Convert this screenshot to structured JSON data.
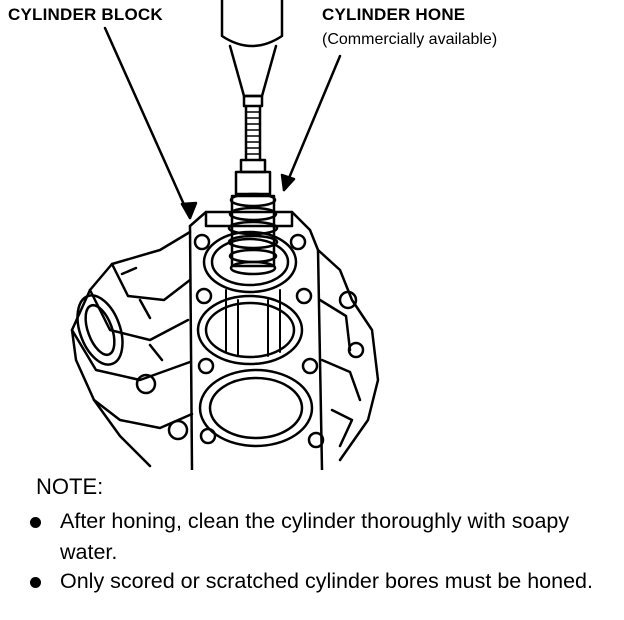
{
  "labels": {
    "cylinder_block": "CYLINDER BLOCK",
    "cylinder_hone": "CYLINDER HONE",
    "hone_note": "(Commercially available)"
  },
  "note": {
    "title": "NOTE:",
    "items": [
      "After honing, clean the cylinder thoroughly with soapy water.",
      "Only scored or scratched cylinder bores must be honed."
    ]
  },
  "colors": {
    "ink": "#000000",
    "paper": "#ffffff"
  }
}
